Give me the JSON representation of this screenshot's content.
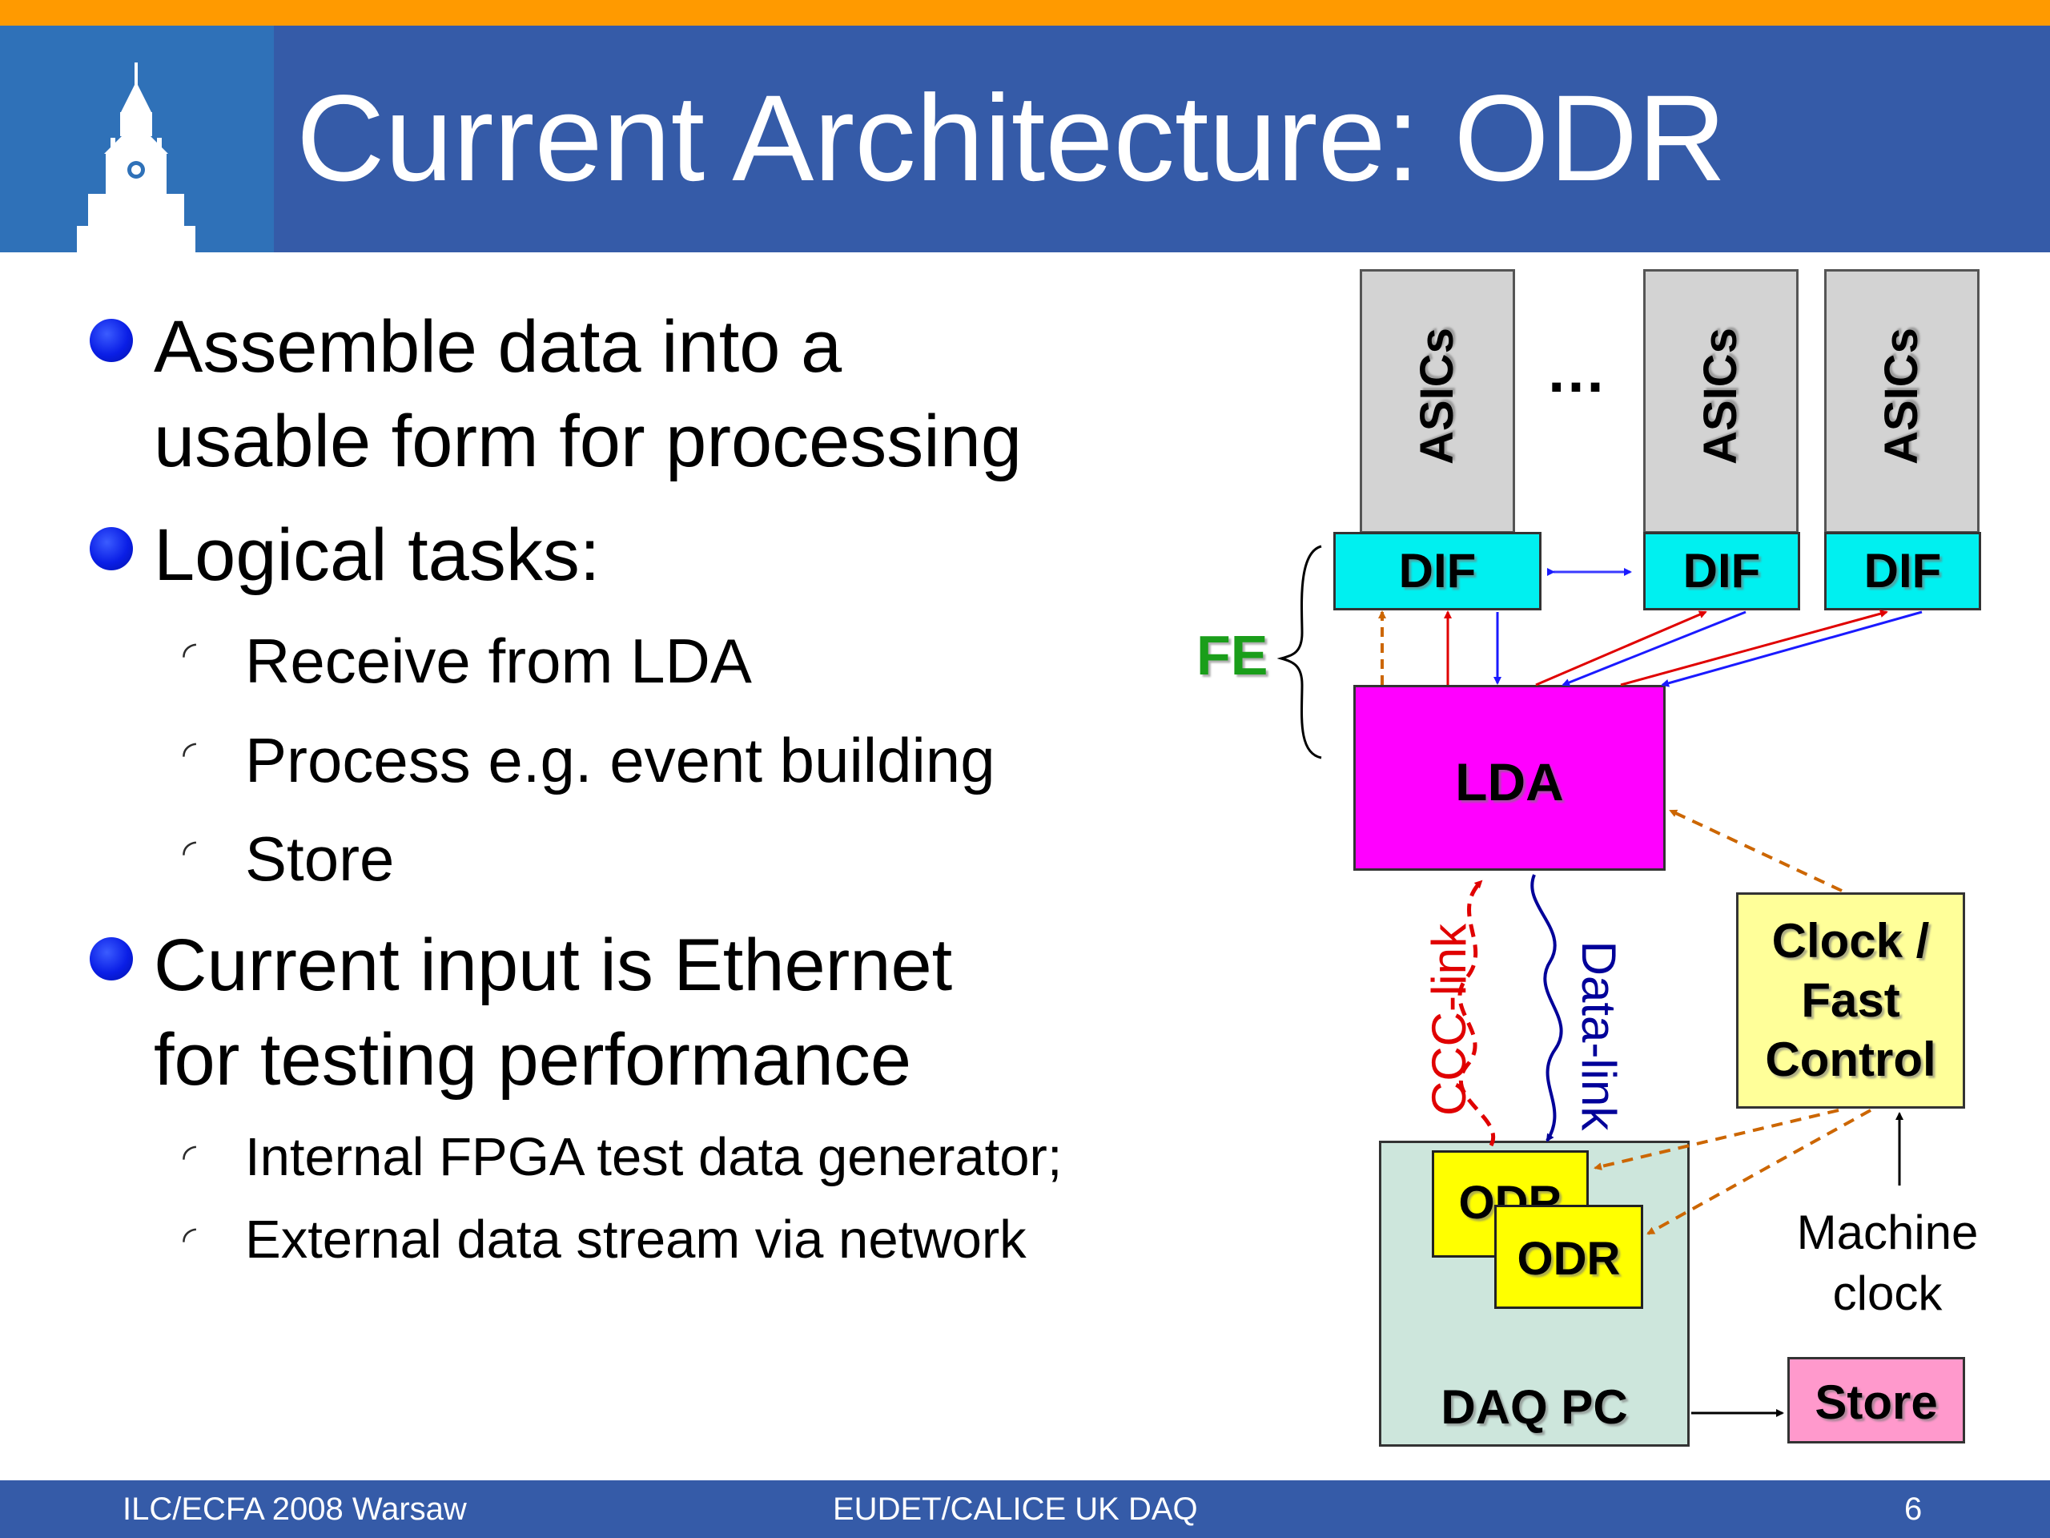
{
  "slide": {
    "title": "Current Architecture: ODR",
    "bullets": [
      {
        "text": [
          "Assemble data into a",
          "usable form for processing"
        ]
      },
      {
        "text": [
          "Logical tasks:"
        ],
        "sub": [
          "Receive from LDA",
          "Process e.g. event building",
          "Store"
        ]
      },
      {
        "text": [
          "Current input is Ethernet",
          "for testing performance"
        ],
        "sub": [
          "Internal FPGA test data generator;",
          "External data stream via network"
        ]
      }
    ],
    "footer": {
      "left": "ILC/ECFA 2008 Warsaw",
      "center": "EUDET/CALICE UK DAQ",
      "right": "6"
    }
  },
  "diagram": {
    "asics": "ASICs",
    "ellipsis": "…",
    "dif": "DIF",
    "fe": "FE",
    "lda": "LDA",
    "ccc_link": "CCC-link",
    "data_link": "Data-link",
    "clock": [
      "Clock /",
      "Fast",
      "Control"
    ],
    "odr": "ODR",
    "daq_pc": "DAQ PC",
    "machine_clock": [
      "Machine",
      "clock"
    ],
    "store": "Store"
  },
  "colors": {
    "title_bar": "#355ba8",
    "top_stripe": "#ff9a00",
    "bullet": "#0a1ee6",
    "asic": "#d3d3d3",
    "dif": "#00f0f0",
    "lda": "#ff00ff",
    "clock": "#ffff99",
    "daq_pc": "#cde6dc",
    "odr": "#ffff00",
    "store": "#ff99cc",
    "fe": "#1a9e1a",
    "ccc_link": "#e00000",
    "data_link": "#000099",
    "dashed_arrow": "#cc6600"
  }
}
